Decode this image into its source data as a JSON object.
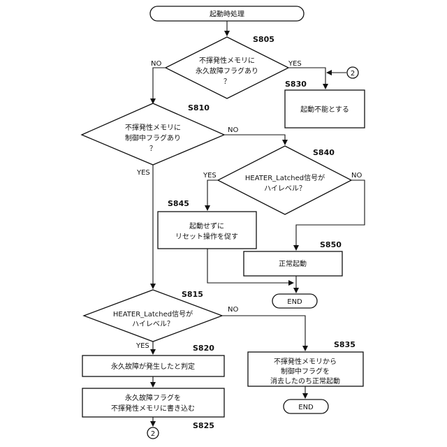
{
  "flowchart": {
    "start_label": "起動時処理",
    "s805": {
      "step": "S805",
      "lines": [
        "不揮発性メモリに",
        "永久故障フラグあり",
        "？"
      ],
      "yes": "YES",
      "no": "NO"
    },
    "s810": {
      "step": "S810",
      "lines": [
        "不揮発性メモリに",
        "制御中フラグあり",
        "？"
      ],
      "yes": "YES",
      "no": "NO"
    },
    "s815": {
      "step": "S815",
      "lines": [
        "HEATER_Latched信号が",
        "ハイレベル？"
      ],
      "yes": "YES",
      "no": "NO"
    },
    "s820": {
      "step": "S820",
      "label": "永久故障が発生したと判定"
    },
    "s825": {
      "step": "S825",
      "lines": [
        "永久故障フラグを",
        "不揮発性メモリに書き込む"
      ]
    },
    "s830": {
      "step": "S830",
      "label": "起動不能とする"
    },
    "s835": {
      "step": "S835",
      "lines": [
        "不揮発性メモリから",
        "制御中フラグを",
        "消去したのち正常起動"
      ]
    },
    "s840": {
      "step": "S840",
      "lines": [
        "HEATER_Latched信号が",
        "ハイレベル？"
      ],
      "yes": "YES",
      "no": "NO"
    },
    "s845": {
      "step": "S845",
      "lines": [
        "起動せずに",
        "リセット操作を促す"
      ]
    },
    "s850": {
      "step": "S850",
      "label": "正常起動"
    },
    "end_label": "END",
    "end2_label": "END",
    "connector_label": "2",
    "connector2_label": "2"
  }
}
